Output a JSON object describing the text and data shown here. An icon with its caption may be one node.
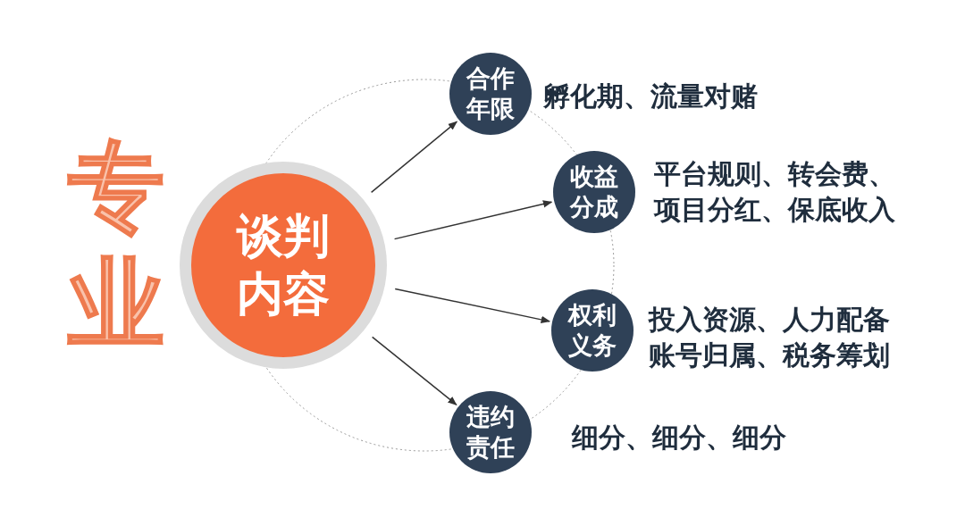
{
  "diagram": {
    "nodes": [
      {
        "text": [
          "谈判内容"
        ]
      },
      {
        "text": [
          "合作年限"
        ],
        "beside": [
          "孵化期、流量对赌"
        ]
      },
      {
        "text": [
          "收益分成"
        ],
        "beside": [
          "平台规则、转会费、项目分红、保底收入"
        ]
      },
      {
        "text": [
          "权利义务"
        ],
        "beside": [
          "投入资源、人力配备账号归属、税务筹划"
        ]
      },
      {
        "text": [
          "违约责任"
        ],
        "beside": [
          "细分、细分、细分"
        ]
      }
    ],
    "edges": [
      {
        "from": 0,
        "to": 1,
        "arrow": "to"
      },
      {
        "from": 0,
        "to": 2,
        "arrow": "to"
      },
      {
        "from": 0,
        "to": 3,
        "arrow": "to"
      },
      {
        "from": 0,
        "to": 4,
        "arrow": "to"
      }
    ],
    "labels": [
      "专业"
    ]
  }
}
